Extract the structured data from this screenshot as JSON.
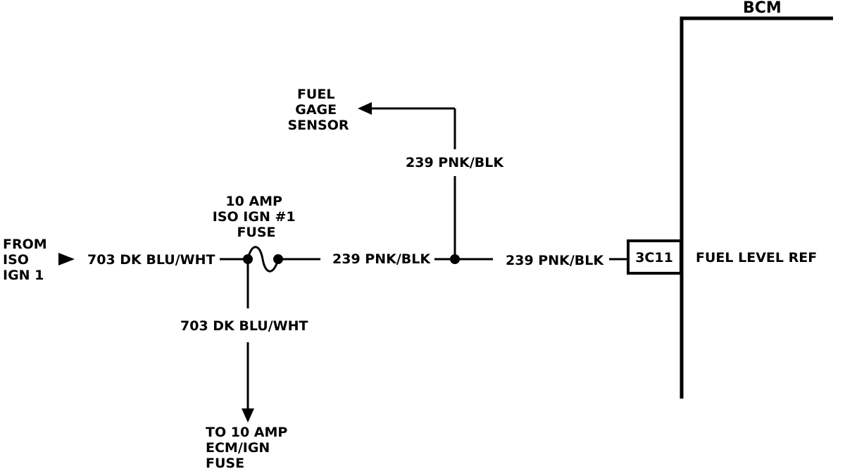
{
  "bcm": {
    "title": "BCM",
    "pin_label": "3C11",
    "pin_name": "FUEL LEVEL REF"
  },
  "source": {
    "lines": [
      "FROM",
      "ISO",
      "IGN 1"
    ]
  },
  "fuse": {
    "lines": [
      "10 AMP",
      "ISO IGN #1",
      "FUSE"
    ]
  },
  "fuel_gage": {
    "lines": [
      "FUEL",
      "GAGE",
      "SENSOR"
    ]
  },
  "ecm_fuse": {
    "lines": [
      "TO 10 AMP",
      "ECM/IGN",
      "FUSE"
    ]
  },
  "wires": {
    "input": "703 DK BLU/WHT",
    "down_branch": "703 DK BLU/WHT",
    "fuse_out": "239 PNK/BLK",
    "to_bcm": "239 PNK/BLK",
    "up_branch": "239 PNK/BLK"
  }
}
